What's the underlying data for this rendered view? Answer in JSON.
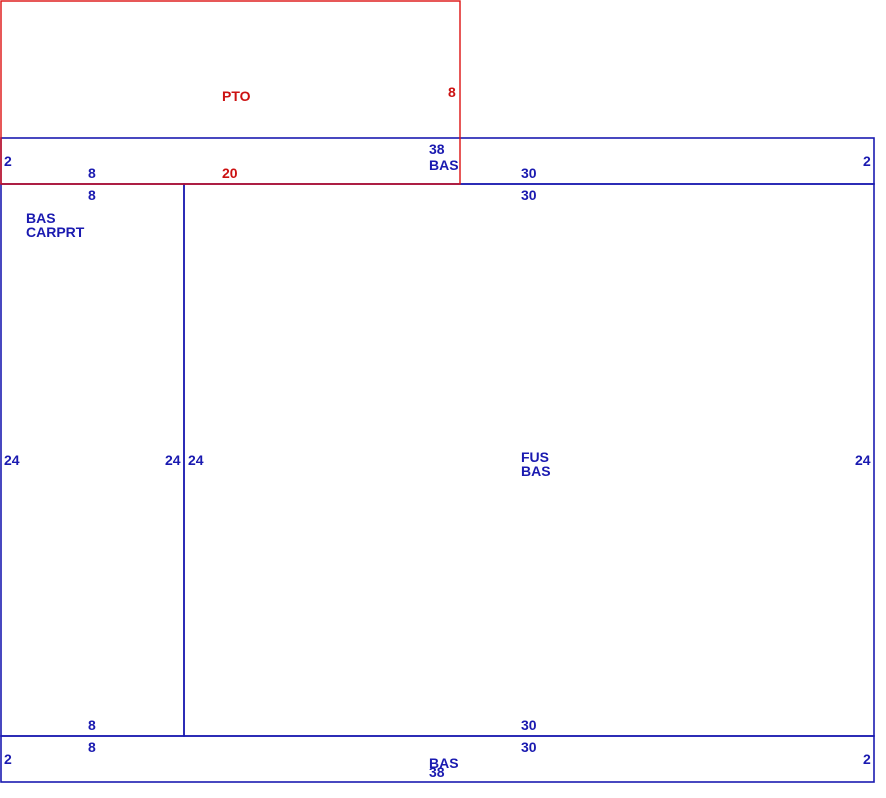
{
  "colors": {
    "main_outline": "#1a1ab0",
    "pto_outline": "#dd1111"
  },
  "areas": {
    "pto": {
      "code": "PTO"
    },
    "bas_top_strip": {
      "code": "BAS"
    },
    "bas_carport": {
      "code_line1": "BAS",
      "code_line2": "CARPRT"
    },
    "fus_bas": {
      "code_line1": "FUS",
      "code_line2": "BAS"
    },
    "bas_bottom_strip": {
      "code": "BAS"
    }
  },
  "dimensions": {
    "pto_right": "8",
    "pto_bottom": "20",
    "top_strip_top_left": "38",
    "top_strip_top_right": "30",
    "top_strip_left": "2",
    "top_strip_right": "2",
    "top_strip_bottom_left": "8",
    "carport_top": "8",
    "carport_left": "24",
    "carport_right": "24",
    "carport_bottom": "8",
    "fus_top": "30",
    "fus_left": "24",
    "fus_right": "24",
    "fus_bottom": "30",
    "bottom_strip_top_left": "8",
    "bottom_strip_top_right": "30",
    "bottom_strip_left": "2",
    "bottom_strip_right": "2",
    "bottom_strip_bottom": "38"
  }
}
